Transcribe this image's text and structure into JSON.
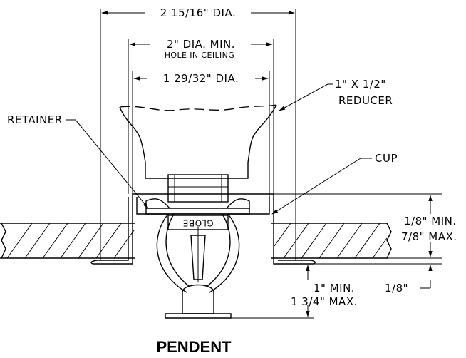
{
  "title": "PENDENT",
  "brand": "GLOBE",
  "labels": {
    "outer_dia": "2 15/16\" DIA.",
    "hole_dia": "2\" DIA. MIN.",
    "hole_note": "HOLE IN CEILING",
    "inner_dia": "1 29/32\" DIA.",
    "reducer_line1": "1\" X 1/2\"",
    "reducer_line2": "REDUCER",
    "retainer": "RETAINER",
    "cup": "CUP",
    "recess_min": "1/8\" MIN.",
    "recess_max": "7/8\" MAX.",
    "drop_min": "1\" MIN.",
    "drop_max": "1 3/4\" MAX.",
    "flange": "1/8\""
  }
}
